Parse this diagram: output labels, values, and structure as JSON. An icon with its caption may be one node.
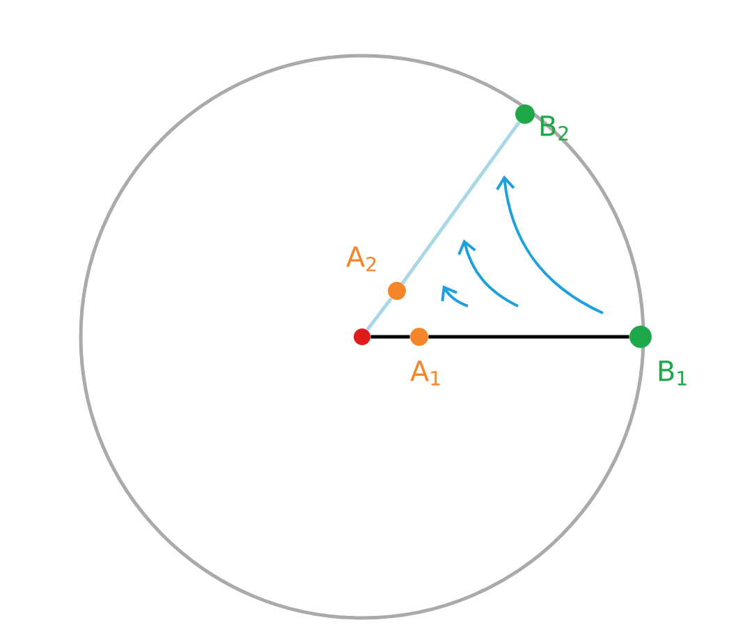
{
  "diagram": {
    "nodes": [
      {
        "text": [],
        "shape": "circle",
        "beside": [
          "B$_{2}$"
        ]
      },
      {
        "text": [],
        "shape": "circle",
        "beside": [
          "A$_{2}$"
        ]
      },
      {
        "text": [],
        "shape": "circle"
      },
      {
        "text": [],
        "shape": "circle",
        "beside": [
          "A$_{1}$"
        ]
      },
      {
        "text": [],
        "shape": "circle",
        "beside": [
          "B$_{1}$"
        ]
      }
    ],
    "edges": [
      {
        "from": 2,
        "to": 3,
        "arrow": "none"
      },
      {
        "from": 3,
        "to": 4,
        "arrow": "none"
      },
      {
        "from": 2,
        "to": 1,
        "arrow": "none",
        "color": "#a8d8e6"
      },
      {
        "from": 1,
        "to": 0,
        "arrow": "none",
        "color": "#a8d8e6"
      }
    ]
  }
}
